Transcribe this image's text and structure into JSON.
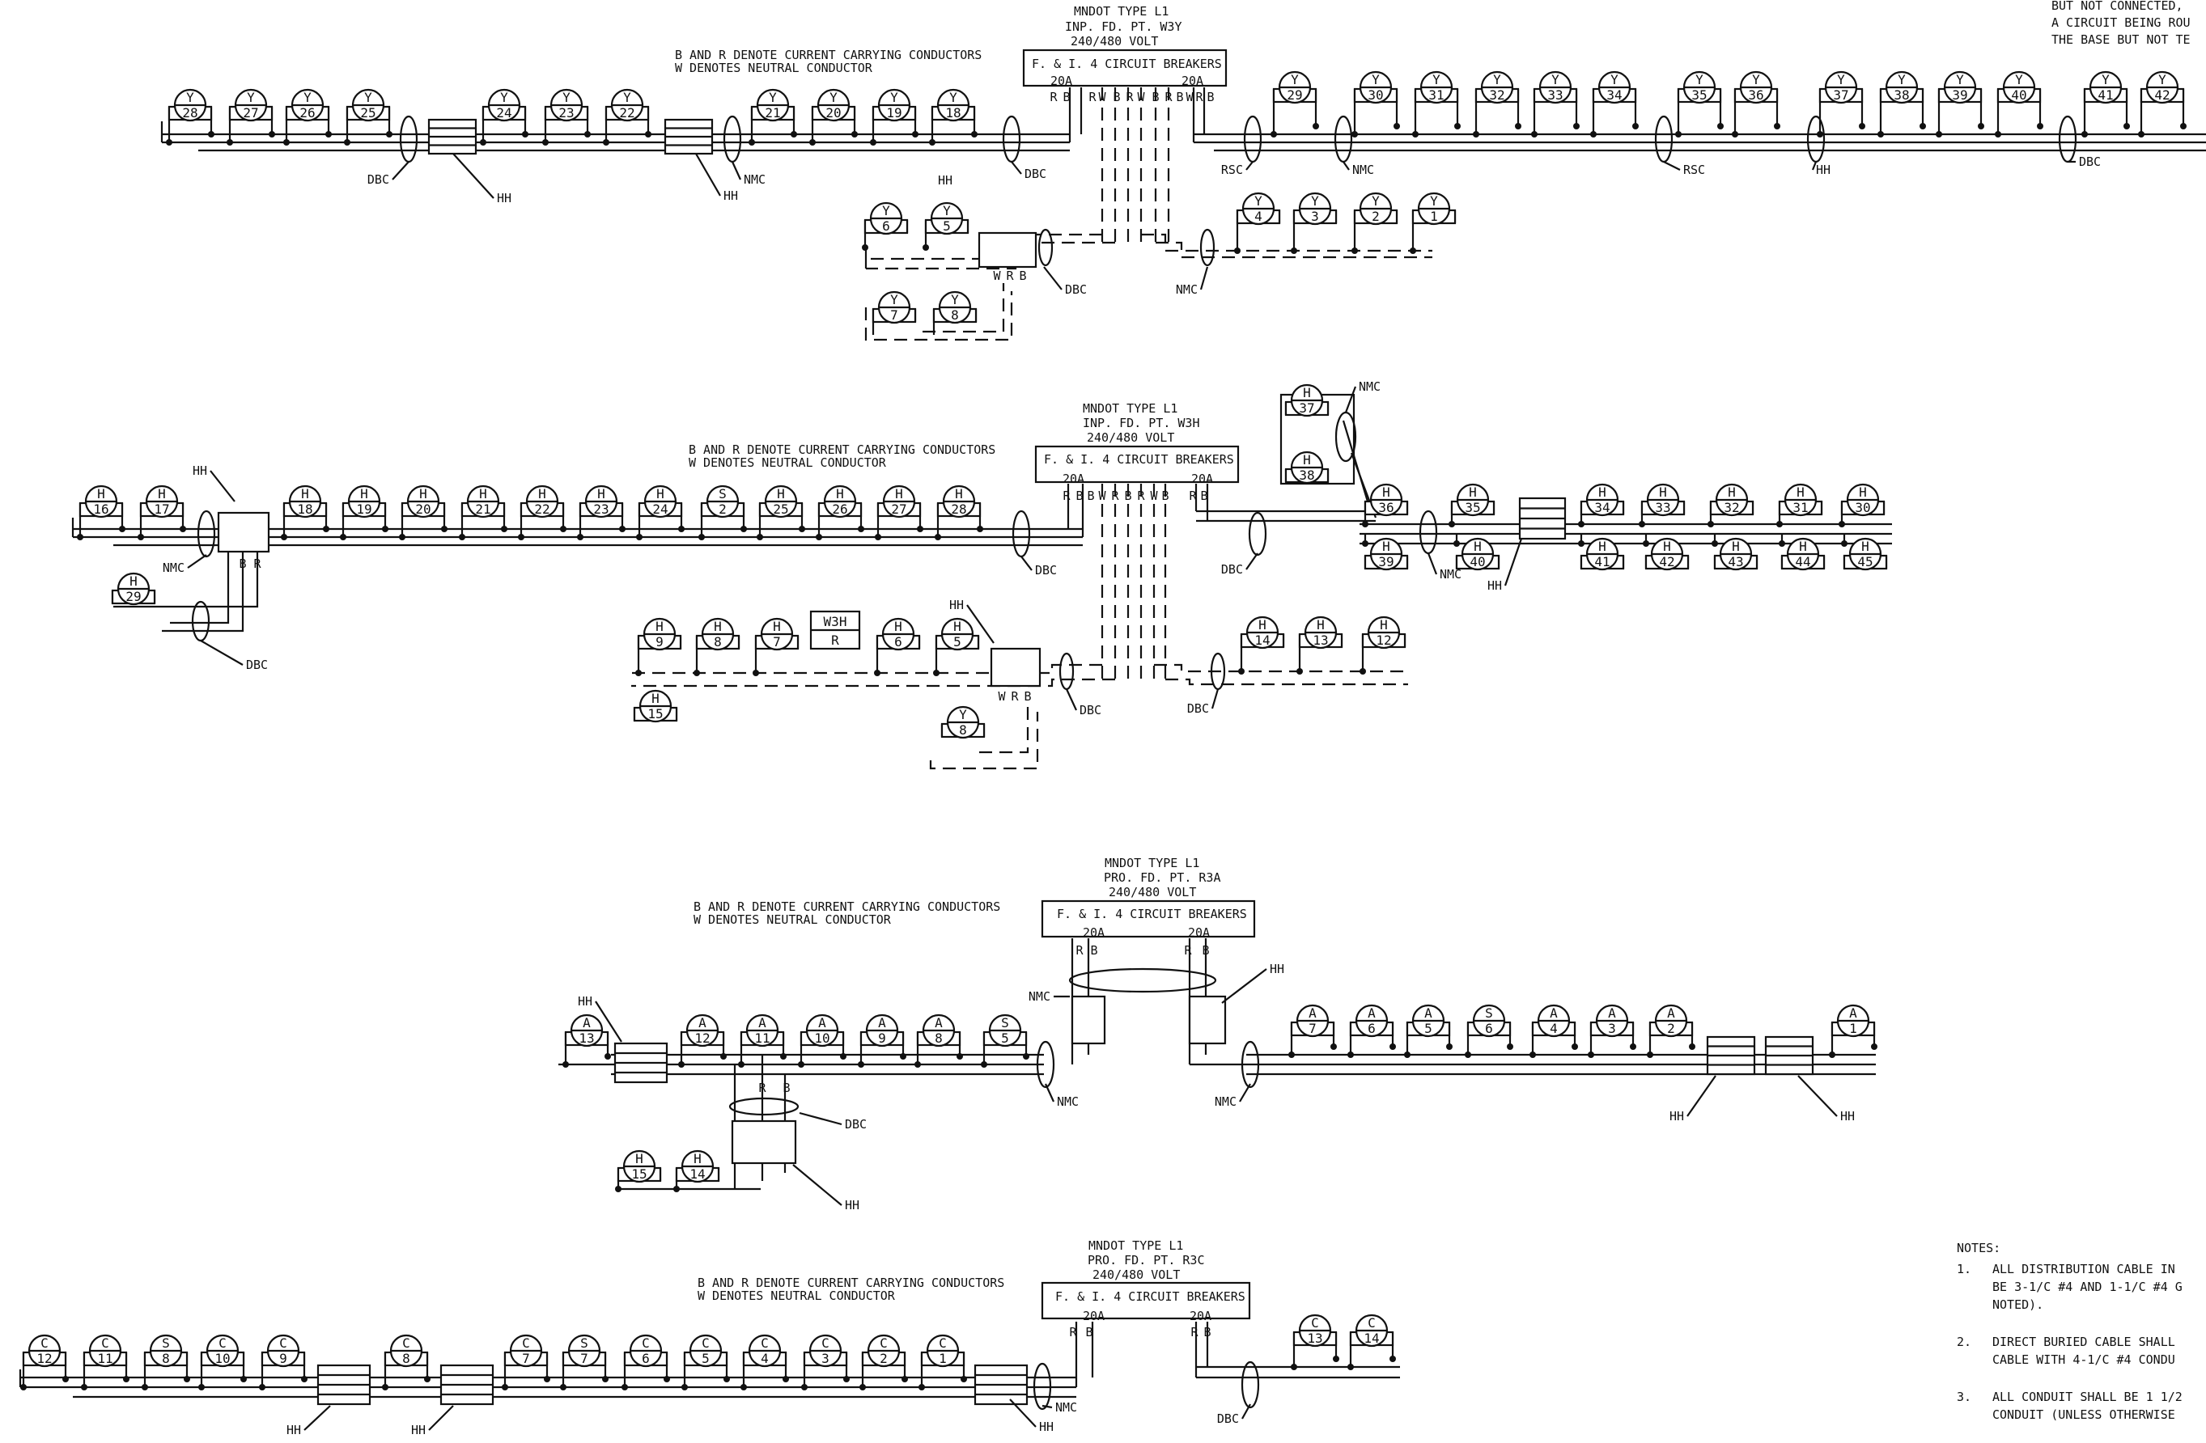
{
  "corner_note": [
    "BUT NOT CONNECTED,",
    "A CIRCUIT BEING ROU",
    "THE BASE BUT NOT TE"
  ],
  "sections": [
    {
      "id": "w3y",
      "cabinet": [
        "MNDOT TYPE L1",
        "INP. FD. PT. W3Y",
        "240/480 VOLT"
      ],
      "breaker_title": "F. & I. 4 CIRCUIT BREAKERS",
      "breaker_left": "20A",
      "breaker_right": "20A",
      "denote": [
        "B AND R DENOTE CURRENT CARRYING CONDUCTORS",
        "W DENOTES NEUTRAL CONDUCTOR"
      ],
      "left_poles": [
        [
          "Y",
          "28"
        ],
        [
          "Y",
          "27"
        ],
        [
          "Y",
          "26"
        ],
        [
          "Y",
          "25"
        ],
        [
          "Y",
          "24"
        ],
        [
          "Y",
          "23"
        ],
        [
          "Y",
          "22"
        ],
        [
          "Y",
          "21"
        ],
        [
          "Y",
          "20"
        ],
        [
          "Y",
          "19"
        ],
        [
          "Y",
          "18"
        ]
      ],
      "right_poles": [
        [
          "Y",
          "29"
        ],
        [
          "Y",
          "30"
        ],
        [
          "Y",
          "31"
        ],
        [
          "Y",
          "32"
        ],
        [
          "Y",
          "33"
        ],
        [
          "Y",
          "34"
        ],
        [
          "Y",
          "35"
        ],
        [
          "Y",
          "36"
        ],
        [
          "Y",
          "37"
        ],
        [
          "Y",
          "38"
        ],
        [
          "Y",
          "39"
        ],
        [
          "Y",
          "40"
        ],
        [
          "Y",
          "41"
        ],
        [
          "Y",
          "42"
        ]
      ],
      "sub_left": [
        [
          "Y",
          "6"
        ],
        [
          "Y",
          "5"
        ]
      ],
      "sub_left_lower": [
        [
          "Y",
          "7"
        ],
        [
          "Y",
          "8"
        ]
      ],
      "sub_right": [
        [
          "Y",
          "4"
        ],
        [
          "Y",
          "3"
        ],
        [
          "Y",
          "2"
        ],
        [
          "Y",
          "1"
        ]
      ],
      "callouts": [
        "DBC",
        "HH",
        "NMC",
        "HH",
        "DBC",
        "DBC",
        "NMC",
        "RSC",
        "NMC",
        "RSC",
        "HH",
        "DBC",
        "DBC"
      ],
      "cond_labels": [
        "R",
        "B",
        "R",
        "W",
        "B",
        "R",
        "W",
        "B",
        "R",
        "B",
        "W",
        "R",
        "B"
      ]
    },
    {
      "id": "w3h",
      "cabinet": [
        "MNDOT TYPE L1",
        "INP. FD. PT. W3H",
        "240/480 VOLT"
      ],
      "breaker_title": "F. & I. 4 CIRCUIT BREAKERS",
      "breaker_left": "20A",
      "breaker_right": "20A",
      "denote": [
        "B AND R DENOTE CURRENT CARRYING CONDUCTORS",
        "W DENOTES NEUTRAL CONDUCTOR"
      ],
      "left_poles": [
        [
          "H",
          "16"
        ],
        [
          "H",
          "17"
        ],
        [
          "H",
          "18"
        ],
        [
          "H",
          "19"
        ],
        [
          "H",
          "20"
        ],
        [
          "H",
          "21"
        ],
        [
          "H",
          "22"
        ],
        [
          "H",
          "23"
        ],
        [
          "H",
          "24"
        ],
        [
          "S",
          "2"
        ],
        [
          "H",
          "25"
        ],
        [
          "H",
          "26"
        ],
        [
          "H",
          "27"
        ],
        [
          "H",
          "28"
        ]
      ],
      "right_top": [
        [
          "H",
          "36"
        ],
        [
          "H",
          "35"
        ],
        [
          "H",
          "34"
        ],
        [
          "H",
          "33"
        ],
        [
          "H",
          "32"
        ],
        [
          "H",
          "31"
        ],
        [
          "H",
          "30"
        ]
      ],
      "right_bottom": [
        [
          "H",
          "39"
        ],
        [
          "H",
          "40"
        ],
        [
          "H",
          "41"
        ],
        [
          "H",
          "42"
        ],
        [
          "H",
          "43"
        ],
        [
          "H",
          "44"
        ],
        [
          "H",
          "45"
        ]
      ],
      "loop_poles": [
        [
          "H",
          "37"
        ],
        [
          "H",
          "38"
        ]
      ],
      "branch_pole": [
        "H",
        "29"
      ],
      "sub_left": [
        [
          "H",
          "9"
        ],
        [
          "H",
          "8"
        ],
        [
          "H",
          "7"
        ],
        [
          "H",
          "6"
        ],
        [
          "H",
          "5"
        ]
      ],
      "sub_left_extra": [
        "H",
        "15"
      ],
      "w3h_box": [
        "W3H",
        "R"
      ],
      "sub_left_lower": [
        "Y",
        "8"
      ],
      "sub_right": [
        [
          "H",
          "14"
        ],
        [
          "H",
          "13"
        ],
        [
          "H",
          "12"
        ]
      ],
      "callouts": [
        "HH",
        "NMC",
        "DBC",
        "DBC",
        "DBC",
        "NMC",
        "NMC",
        "HH",
        "HH",
        "DBC",
        "DBC"
      ],
      "cond_labels": [
        "R",
        "B",
        "B",
        "W",
        "R",
        "B",
        "R",
        "W",
        "B",
        "R",
        "B",
        "R",
        "B"
      ]
    },
    {
      "id": "r3a",
      "cabinet": [
        "MNDOT TYPE L1",
        "PRO. FD. PT. R3A",
        "240/480 VOLT"
      ],
      "breaker_title": "F. & I. 4 CIRCUIT BREAKERS",
      "breaker_left": "20A",
      "breaker_right": "20A",
      "denote": [
        "B AND R DENOTE CURRENT CARRYING CONDUCTORS",
        "W DENOTES NEUTRAL CONDUCTOR"
      ],
      "left_poles": [
        [
          "A",
          "13"
        ],
        [
          "A",
          "12"
        ],
        [
          "A",
          "11"
        ],
        [
          "A",
          "10"
        ],
        [
          "A",
          "9"
        ],
        [
          "A",
          "8"
        ],
        [
          "S",
          "5"
        ]
      ],
      "right_poles": [
        [
          "A",
          "7"
        ],
        [
          "A",
          "6"
        ],
        [
          "A",
          "5"
        ],
        [
          "S",
          "6"
        ],
        [
          "A",
          "4"
        ],
        [
          "A",
          "3"
        ],
        [
          "A",
          "2"
        ],
        [
          "A",
          "1"
        ]
      ],
      "sub_lower": [
        [
          "H",
          "15"
        ],
        [
          "H",
          "14"
        ]
      ],
      "callouts": [
        "HH",
        "NMC",
        "NMC",
        "HH",
        "DBC",
        "HH",
        "HH",
        "HH",
        "NMC"
      ],
      "cond_labels": [
        "R",
        "B",
        "R",
        "B",
        "R",
        "B"
      ]
    },
    {
      "id": "r3c",
      "cabinet": [
        "MNDOT TYPE L1",
        "PRO. FD. PT. R3C",
        "240/480 VOLT"
      ],
      "breaker_title": "F. & I. 4 CIRCUIT BREAKERS",
      "breaker_left": "20A",
      "breaker_right": "20A",
      "denote": [
        "B AND R DENOTE CURRENT CARRYING CONDUCTORS",
        "W DENOTES NEUTRAL CONDUCTOR"
      ],
      "left_poles": [
        [
          "C",
          "12"
        ],
        [
          "C",
          "11"
        ],
        [
          "S",
          "8"
        ],
        [
          "C",
          "10"
        ],
        [
          "C",
          "9"
        ],
        [
          "C",
          "8"
        ],
        [
          "C",
          "7"
        ],
        [
          "S",
          "7"
        ],
        [
          "C",
          "6"
        ],
        [
          "C",
          "5"
        ],
        [
          "C",
          "4"
        ],
        [
          "C",
          "3"
        ],
        [
          "C",
          "2"
        ],
        [
          "C",
          "1"
        ]
      ],
      "right_poles": [
        [
          "C",
          "13"
        ],
        [
          "C",
          "14"
        ]
      ],
      "callouts": [
        "HH",
        "HH",
        "NMC",
        "HH",
        "DBC"
      ],
      "cond_labels": [
        "R",
        "B",
        "R",
        "B"
      ]
    }
  ],
  "notes": {
    "title": "NOTES:",
    "items": [
      {
        "num": "1.",
        "lines": [
          "ALL DISTRIBUTION CABLE IN",
          "BE 3-1/C #4 AND 1-1/C #4 G",
          "NOTED)."
        ]
      },
      {
        "num": "2.",
        "lines": [
          "DIRECT BURIED CABLE SHALL",
          "CABLE WITH  4-1/C #4 CONDU"
        ]
      },
      {
        "num": "3.",
        "lines": [
          "ALL CONDUIT SHALL BE 1 1/2",
          "CONDUIT (UNLESS OTHERWISE"
        ]
      }
    ]
  }
}
